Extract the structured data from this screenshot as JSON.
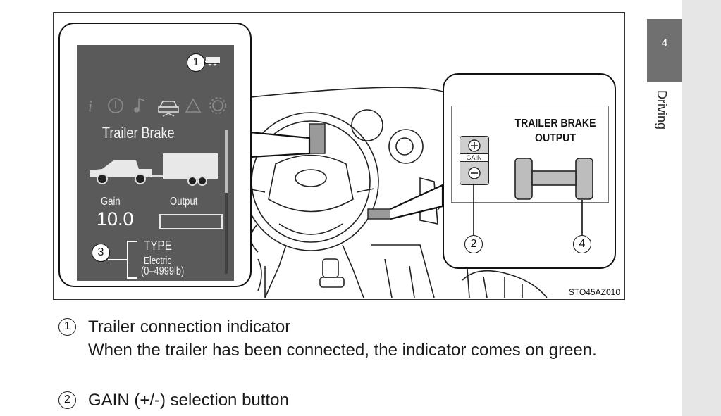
{
  "figure": {
    "code": "STO45AZ010",
    "display": {
      "screen_title": "Trailer Brake",
      "gain_label": "Gain",
      "gain_value": "10.0",
      "output_label": "Output",
      "type_label": "TYPE",
      "type_value": "Electric",
      "type_range": "(0–4999lb)"
    },
    "controller": {
      "title_line1": "TRAILER BRAKE",
      "title_line2": "OUTPUT",
      "gain_button_label": "GAIN"
    },
    "callouts": [
      "1",
      "2",
      "3",
      "4"
    ]
  },
  "side_tab": {
    "chapter_number": "4",
    "chapter_title": "Driving"
  },
  "legend": [
    {
      "num": "1",
      "title": "Trailer connection indicator",
      "description": "When the trailer has been connected, the indicator comes on green."
    },
    {
      "num": "2",
      "title": "GAIN (+/-) selection button",
      "description": ""
    }
  ],
  "colors": {
    "screen_bg": "#5a5a5a",
    "chapter_tab": "#707070",
    "side_tab": "#e6e6e6"
  }
}
